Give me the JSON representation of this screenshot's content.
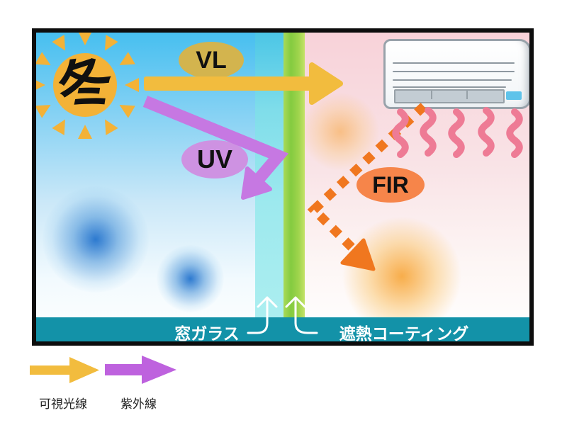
{
  "frame": {
    "sun_kanji": "冬",
    "labels": {
      "vl": "VL",
      "uv": "UV",
      "fir": "FIR",
      "glass": "窓ガラス",
      "coating": "遮熱コーティング"
    }
  },
  "legend": {
    "items": [
      {
        "icon": "yellow-arrow-icon",
        "color": "#F2BC3E",
        "label": "可視光線"
      },
      {
        "icon": "purple-arrow-icon",
        "color": "#BE62DE",
        "label": "紫外線"
      }
    ]
  },
  "colors": {
    "visible_light": "#F2BC3E",
    "ultraviolet": "#C678E2",
    "far_infrared": "#F0771F",
    "heat_wave": "#EE7B95",
    "sun": "#F3B237",
    "glass_strip": "#7FDDEA",
    "coating_strip": "#93D147",
    "caption_bar": "#1392A8",
    "cold_spot": "#2E7FD2",
    "warm_spot": "#F5B13F"
  }
}
